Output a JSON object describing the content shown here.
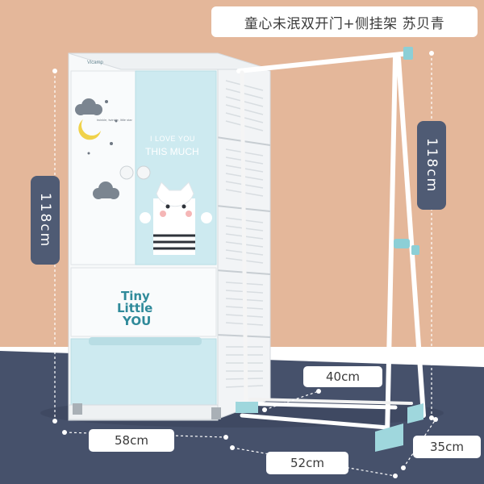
{
  "title": "童心未泯双开门+侧挂架 苏贝青",
  "dimensions": {
    "height_left": "118cm",
    "height_right": "118cm",
    "width_cabinet": "58cm",
    "rack_top_width": "40cm",
    "rack_bottom_width": "52cm",
    "rack_depth": "35cm"
  },
  "cabinet_print": {
    "brand": "Vicamp",
    "door_text_line1": "I LOVE YOU",
    "door_text_line2": "THIS MUCH",
    "drawer_text": [
      "Tiny",
      "Little",
      "YOU"
    ],
    "twinkle": "twinkle, twinkle, little star"
  },
  "colors": {
    "background_top": "#e4b79a",
    "background_bottom": "#46516b",
    "cabinet_blue": "#cdeaf0",
    "cabinet_white": "#f7f9fa",
    "rack_accent": "#8ccfd6"
  }
}
